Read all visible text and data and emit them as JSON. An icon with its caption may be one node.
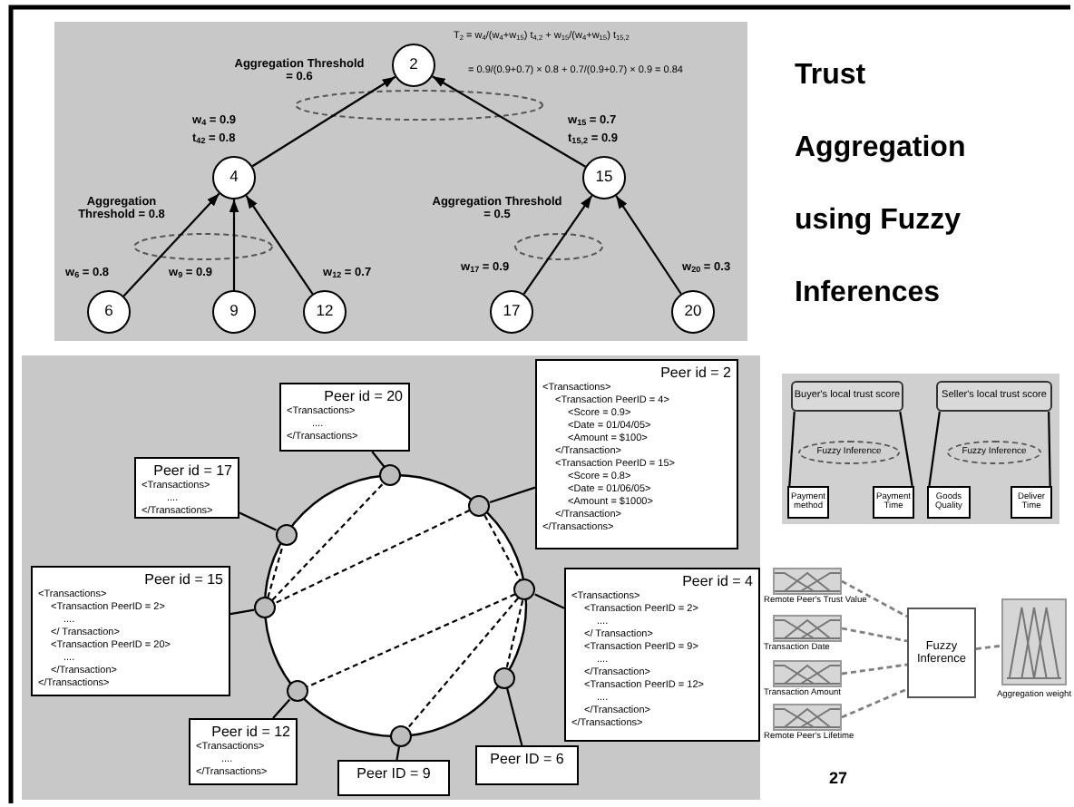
{
  "diagram": {
    "title": "Trust Aggregation using Fuzzy Inferences",
    "nodes": [
      {
        "text": [
          "2"
        ]
      },
      {
        "text": [
          "4"
        ]
      },
      {
        "text": [
          "15"
        ]
      },
      {
        "text": [
          "6"
        ]
      },
      {
        "text": [
          "9"
        ]
      },
      {
        "text": [
          "12"
        ]
      },
      {
        "text": [
          "17"
        ]
      },
      {
        "text": [
          "20"
        ]
      },
      {
        "text": [
          "Peer id = 20",
          "<Transactions>",
          "....",
          "</Transactions>"
        ]
      },
      {
        "text": [
          "Peer id = 2",
          "<Transactions>",
          "<Transaction PeerID = 4>",
          "<Score = 0.9>",
          "<Date = 01/04/05>",
          "<Amount = $100>",
          "</Transaction>",
          "<Transaction PeerID = 15>",
          "<Score = 0.8>",
          "<Date = 01/06/05>",
          "<Amount = $1000>",
          "</Transaction>",
          "</Transactions>"
        ]
      },
      {
        "text": [
          "Peer id = 17",
          "<Transactions>",
          "....",
          "</Transactions>"
        ]
      },
      {
        "text": [
          "Peer id = 15",
          "<Transactions>",
          "<Transaction PeerID = 2>",
          "....",
          "</ Transaction>",
          "<Transaction PeerID = 20>",
          "....",
          "</Transaction>",
          "</Transactions>"
        ]
      },
      {
        "text": [
          "Peer id = 4",
          "<Transactions>",
          "<Transaction PeerID = 2>",
          "....",
          "</ Transaction>",
          "<Transaction PeerID = 9>",
          "....",
          "</Transaction>",
          "<Transaction PeerID = 12>",
          "....",
          "</Transaction>",
          "</Transactions>"
        ]
      },
      {
        "text": [
          "Peer id = 12",
          "<Transactions>",
          "....",
          "</Transactions>"
        ]
      },
      {
        "text": [
          "Peer ID = 6"
        ]
      },
      {
        "text": [
          "Peer ID = 9"
        ]
      },
      {
        "text": [],
        "shape": "circle"
      },
      {
        "text": [],
        "shape": "circle"
      },
      {
        "text": [],
        "shape": "circle"
      },
      {
        "text": [],
        "shape": "circle"
      },
      {
        "text": [],
        "shape": "circle"
      },
      {
        "text": [],
        "shape": "circle"
      },
      {
        "text": [],
        "shape": "circle"
      },
      {
        "text": [],
        "shape": "circle"
      },
      {
        "text": [
          "Buyer's local trust score"
        ]
      },
      {
        "text": [
          "Seller's local trust score"
        ]
      },
      {
        "text": [
          "Fuzzy Inference"
        ]
      },
      {
        "text": [
          "Fuzzy Inference"
        ]
      },
      {
        "text": [
          "Payment method"
        ]
      },
      {
        "text": [
          "Payment Time"
        ]
      },
      {
        "text": [
          "Goods Quality"
        ]
      },
      {
        "text": [
          "Deliver Time"
        ]
      },
      {
        "text": [],
        "shape": "picture",
        "beside": [
          "Remote Peer's Trust Value"
        ]
      },
      {
        "text": [],
        "shape": "picture",
        "beside": [
          "Transaction Date"
        ]
      },
      {
        "text": [],
        "shape": "picture",
        "beside": [
          "Transaction Amount"
        ]
      },
      {
        "text": [],
        "shape": "picture",
        "beside": [
          "Remote Peer's Lifetime"
        ]
      },
      {
        "text": [
          "Fuzzy Inference"
        ]
      },
      {
        "text": [],
        "shape": "picture",
        "beside": [
          "Aggregation weight"
        ]
      }
    ],
    "edges": [
      {
        "from": 1,
        "to": 0,
        "arrow": "to"
      },
      {
        "from": 2,
        "to": 0,
        "arrow": "to"
      },
      {
        "from": 3,
        "to": 1,
        "arrow": "to"
      },
      {
        "from": 4,
        "to": 1,
        "arrow": "to"
      },
      {
        "from": 5,
        "to": 1,
        "arrow": "to"
      },
      {
        "from": 6,
        "to": 2,
        "arrow": "to"
      },
      {
        "from": 7,
        "to": 2,
        "arrow": "to"
      },
      {
        "from": 8,
        "to": 16,
        "arrow": "none"
      },
      {
        "from": 9,
        "to": 17,
        "arrow": "none"
      },
      {
        "from": 10,
        "to": 18,
        "arrow": "none"
      },
      {
        "from": 11,
        "to": 20,
        "arrow": "none"
      },
      {
        "from": 12,
        "to": 19,
        "arrow": "none"
      },
      {
        "from": 13,
        "to": 22,
        "arrow": "none"
      },
      {
        "from": 14,
        "to": 21,
        "arrow": "none"
      },
      {
        "from": 15,
        "to": 23,
        "arrow": "none"
      },
      {
        "from": 17,
        "to": 19,
        "arrow": "none",
        "style": "dashed"
      },
      {
        "from": 17,
        "to": 20,
        "arrow": "none",
        "style": "dashed"
      },
      {
        "from": 19,
        "to": 21,
        "arrow": "none",
        "style": "dashed"
      },
      {
        "from": 19,
        "to": 23,
        "arrow": "none",
        "style": "dashed"
      },
      {
        "from": 19,
        "to": 22,
        "arrow": "none",
        "style": "dashed"
      },
      {
        "from": 20,
        "to": 18,
        "arrow": "none",
        "style": "dashed"
      },
      {
        "from": 20,
        "to": 16,
        "arrow": "none",
        "style": "dashed"
      },
      {
        "from": 28,
        "to": 24,
        "arrow": "none"
      },
      {
        "from": 29,
        "to": 24,
        "arrow": "none"
      },
      {
        "from": 30,
        "to": 25,
        "arrow": "none"
      },
      {
        "from": 31,
        "to": 25,
        "arrow": "none"
      },
      {
        "from": 32,
        "to": 36,
        "arrow": "none",
        "style": "dashed",
        "color": "#808080"
      },
      {
        "from": 33,
        "to": 36,
        "arrow": "none",
        "style": "dashed",
        "color": "#808080"
      },
      {
        "from": 34,
        "to": 36,
        "arrow": "none",
        "style": "dashed",
        "color": "#808080"
      },
      {
        "from": 35,
        "to": 36,
        "arrow": "none",
        "style": "dashed",
        "color": "#808080"
      },
      {
        "from": 36,
        "to": 37,
        "arrow": "none",
        "style": "dashed",
        "color": "#808080"
      }
    ],
    "labels": [
      "T$_{2}$ = w$_{4}$/(w$_{4}$+w$_{15}$) t$_{4,2}$ + w$_{15}$/(w$_{4}$+w$_{15}$) t$_{15,2}$",
      "= 0.9/(0.9+0.7) × 0.8 + 0.7/(0.9+0.7) × 0.9 = 0.84",
      "Aggregation Threshold = 0.6",
      "w$_{4}$ = 0.9",
      "t$_{42}$ = 0.8",
      "w$_{15}$ = 0.7",
      "t$_{15,2}$ = 0.9",
      "Aggregation Threshold = 0.8",
      "Aggregation Threshold = 0.5",
      "w$_{6}$ = 0.8",
      "w$_{9}$ = 0.9",
      "w$_{12}$ = 0.7",
      "w$_{17}$ = 0.9",
      "w$_{20}$ = 0.3",
      "27"
    ]
  }
}
